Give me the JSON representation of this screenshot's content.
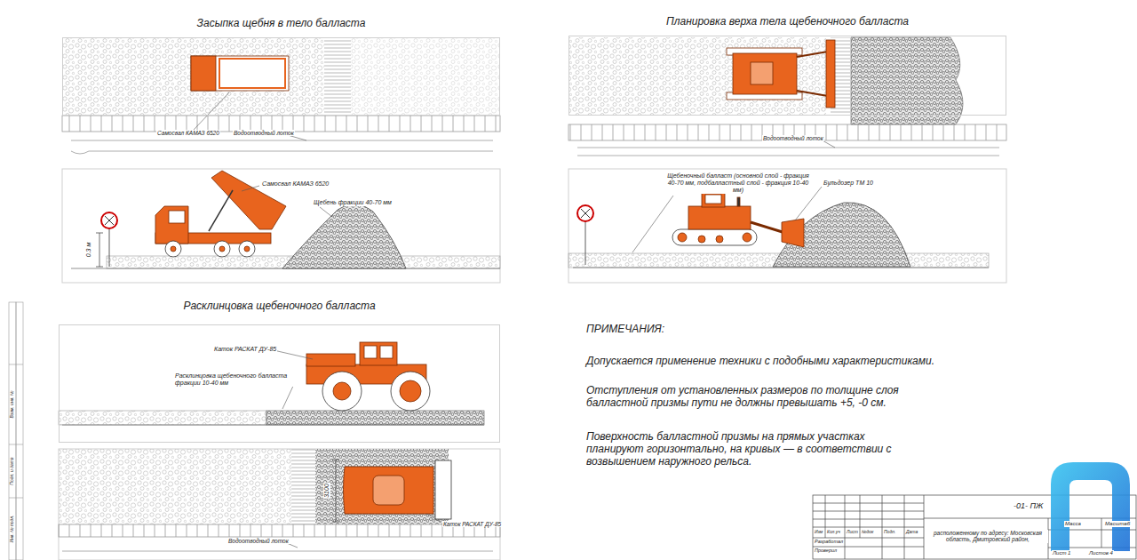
{
  "diagram": {
    "nodes": [
      {
        "text": [
          "Засыпка щебня в тело балласта"
        ]
      },
      {
        "text": [
          "Планировка верха тела щебеночного балласта"
        ]
      },
      {
        "text": [
          "Расклинцовка щебеночного балласта"
        ]
      }
    ],
    "labels": [
      "Самосвал КАМАЗ 6520",
      "Водоотводный лоток",
      "Самосвал КАМАЗ 6520",
      "Щебень фракции 40-70 мм",
      "0.3 м",
      "Водоотводный лоток",
      "Щебеночный балласт (основной слой - фракция 40-70 мм, подбалластный слой - фракция 10-40 мм)",
      "Бульдозер ТМ 10",
      "Каток РАСКАТ ДУ-85",
      "Расклинцовка щебеночного балласта фракции 10-40 мм",
      "3100",
      "Каток РАСКАТ ДУ-85",
      "Водоотводный лоток",
      "ПРИМЕЧАНИЯ:",
      "Допускается применение техники с подобными характеристиками.",
      "Отступления от установленных размеров по толщине слоя балластной призмы пути не должны превышать +5, -0 см.",
      "Поверхность балластной призмы на прямых участках планируют горизонтально, на кривых — в соответствии с возвышением наружного рельса.",
      "-01- ПЖ",
      "расположенному по адресу: Московская область, Дмитровский район,",
      "Изм",
      "Кол.уч",
      "Лист",
      "№док",
      "Подп.",
      "Дата",
      "Разработал",
      "Проверил",
      "Масса",
      "Масштаб",
      "Лист 1",
      "Листов 4",
      "Инв. № подл.",
      "Подп. и дата",
      "Взам. инв. №"
    ]
  }
}
